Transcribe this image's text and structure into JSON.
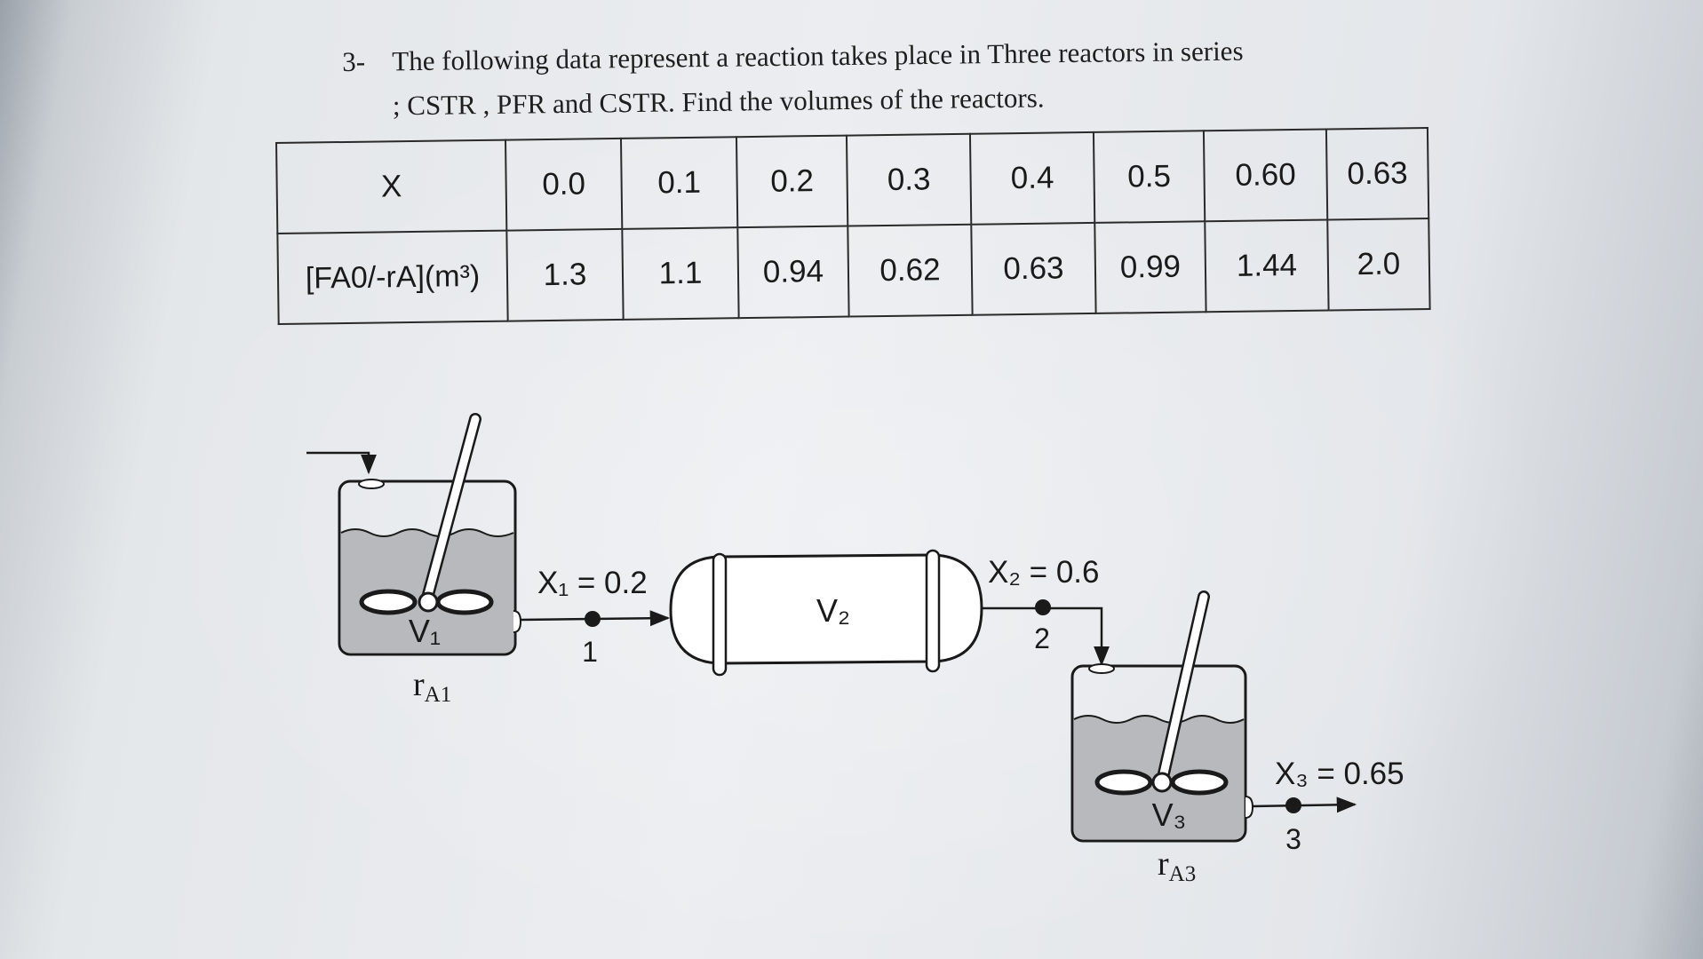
{
  "question": {
    "number": "3-",
    "line1": "The  following data represent a reaction takes place in Three reactors in series",
    "line2": "; CSTR , PFR and CSTR. Find the volumes of the reactors."
  },
  "table": {
    "row_header_x": "X",
    "row_header_y": "[FA0/-rA](m³)",
    "x_values": [
      "0.0",
      "0.1",
      "0.2",
      "0.3",
      "0.4",
      "0.5",
      "0.60",
      "0.63"
    ],
    "y_values": [
      "1.3",
      "1.1",
      "0.94",
      "0.62",
      "0.63",
      "0.99",
      "1.44",
      "2.0"
    ]
  },
  "diagram": {
    "reactor1": {
      "volume_label": "V₁",
      "rate_label": "r",
      "rate_sub": "A1"
    },
    "pfr": {
      "volume_label": "V₂"
    },
    "reactor3": {
      "volume_label": "V₃",
      "rate_label": "r",
      "rate_sub": "A3"
    },
    "stream1": {
      "conversion": "X₁ = 0.2",
      "point": "1"
    },
    "stream2": {
      "conversion": "X₂ = 0.6",
      "point": "2"
    },
    "stream3": {
      "conversion": "X₃ = 0.65",
      "point": "3"
    }
  },
  "colors": {
    "ink": "#1a1a1a",
    "liquid": "#b7b9bc",
    "paper": "#ebedf0"
  }
}
